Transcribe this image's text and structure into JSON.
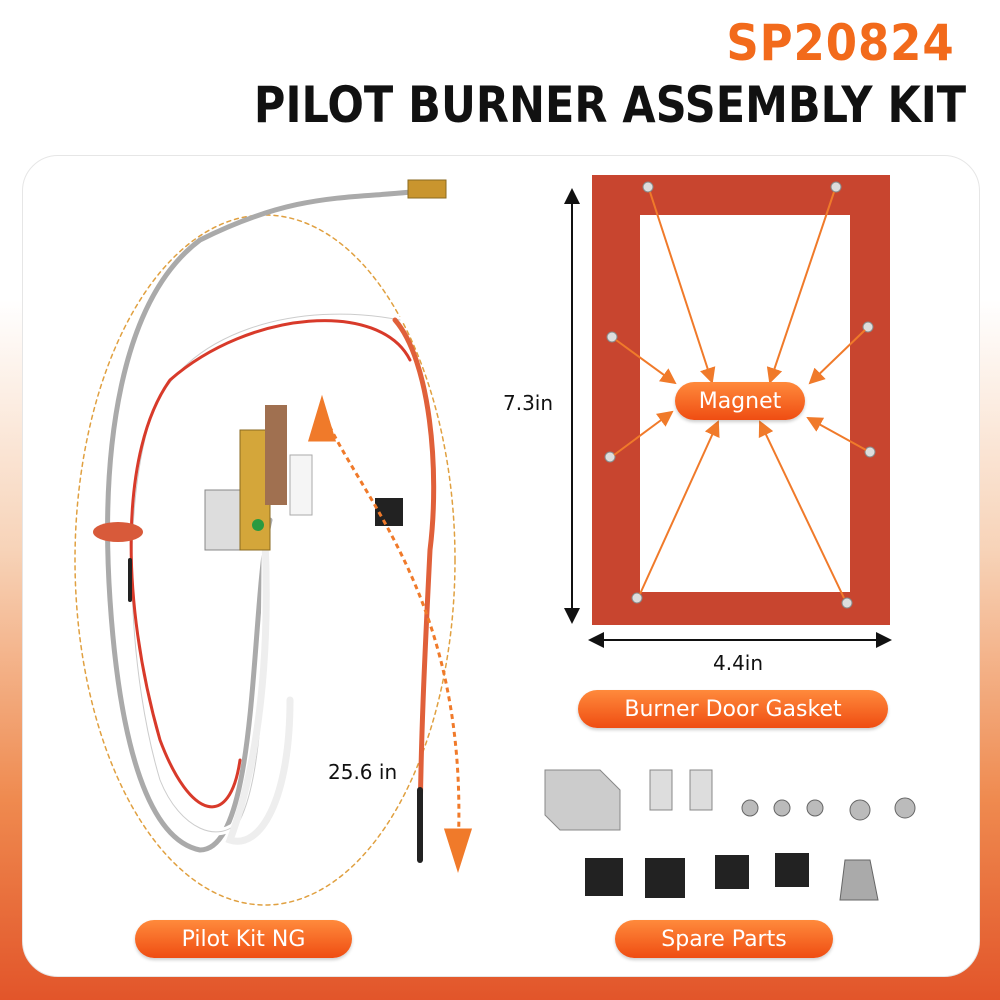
{
  "header": {
    "code": "SP20824",
    "title": "PILOT BURNER ASSEMBLY KIT"
  },
  "labels": {
    "magnet": "Magnet",
    "gasket": "Burner Door Gasket",
    "pilot": "Pilot Kit NG",
    "spare": "Spare Parts"
  },
  "dimensions": {
    "height": "7.3in",
    "width": "4.4in",
    "length": "25.6 in"
  },
  "colors": {
    "accent": "#f26a1b",
    "gasket": "#c8452f"
  }
}
